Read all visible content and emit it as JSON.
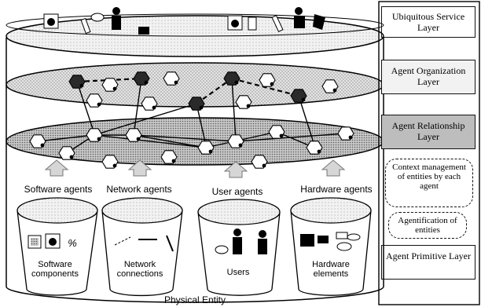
{
  "layers": {
    "ubiquitous_service": "Ubiquitous Service Layer",
    "agent_organization": "Agent Organization Layer",
    "agent_relationship": "Agent Relationship Layer",
    "agent_primitive": "Agent Primitive Layer"
  },
  "annotations": {
    "context_management": "Context management of entities by each agent",
    "agentification": "Agentification of entities"
  },
  "agent_groups": {
    "software": "Software agents",
    "network": "Network agents",
    "user": "User agents",
    "hardware": "Hardware agents"
  },
  "entities": {
    "software": "Software components",
    "network": "Network connections",
    "users": "Users",
    "hardware": "Hardware elements"
  },
  "caption": "Physical Entity",
  "icon_glyph": "%"
}
